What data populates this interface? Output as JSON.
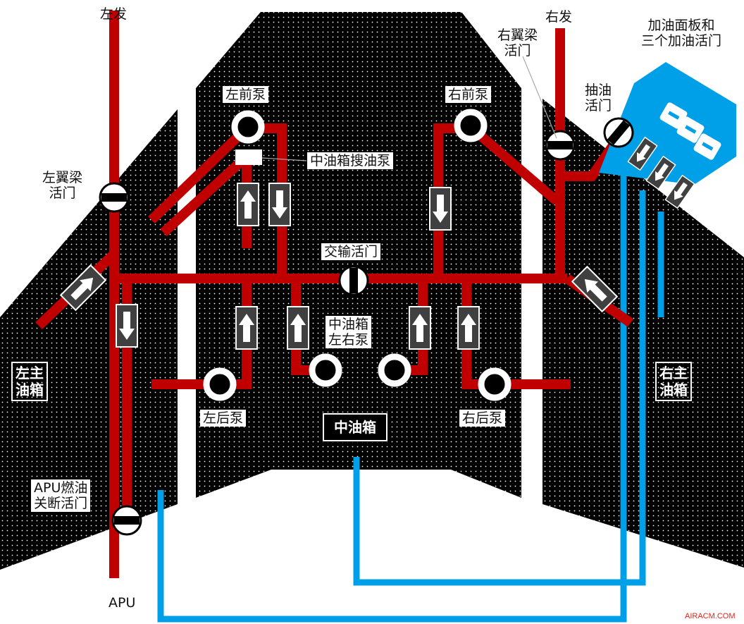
{
  "labels": {
    "left_engine": "左发",
    "right_engine": "右发",
    "left_wing_spar_valve": "左翼梁\n活门",
    "right_wing_spar_valve": "右翼梁\n活门",
    "left_fwd_pump": "左前泵",
    "right_fwd_pump": "右前泵",
    "center_scavenge_pump": "中油箱搜油泵",
    "crossfeed_valve": "交输活门",
    "center_lr_pumps": "中油箱\n左右泵",
    "left_aft_pump": "左后泵",
    "right_aft_pump": "右后泵",
    "defuel_valve": "抽油\n活门",
    "refuel_panel": "加油面板和\n三个加油活门",
    "apu_shutoff_valve": "APU燃油\n关断活门",
    "apu": "APU"
  },
  "tanks": {
    "left_main": "左主\n油箱",
    "right_main": "右主\n油箱",
    "center": "中油箱"
  },
  "watermark": "AIRACM.COM",
  "colors": {
    "fuel_line": "#c00000",
    "refuel_line": "#00a0e9",
    "tank_fill": "#000000",
    "arrow_box": "#404040"
  }
}
